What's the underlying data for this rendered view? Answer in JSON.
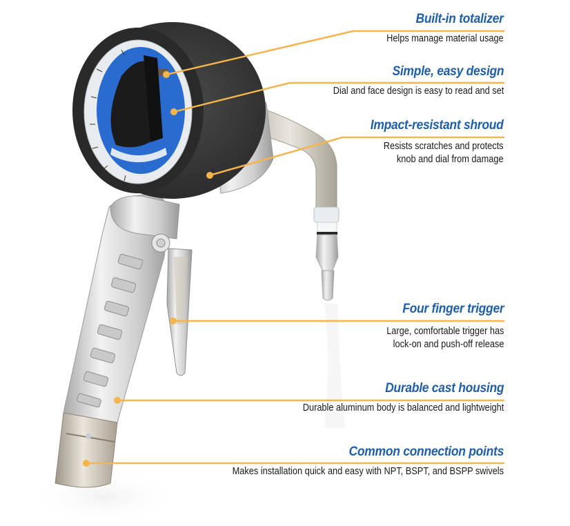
{
  "colors": {
    "heading": "#1f5fa8",
    "body_text": "#1a1a1a",
    "leader_line": "#f6b44c",
    "shroud": "#3a3a3a",
    "dial_blue": "#2a6bd0",
    "metal": "#d8d8d8"
  },
  "product": {
    "name": "meter-nozzle",
    "image_alt": "Meter nozzle with dial totalizer, black shroud, aluminum housing, trigger and angled outlet tube"
  },
  "callouts": [
    {
      "title": "Built-in totalizer",
      "description_lines": [
        "Helps manage material usage"
      ]
    },
    {
      "title": "Simple, easy design",
      "description_lines": [
        "Dial and face design is easy to read and set"
      ]
    },
    {
      "title": "Impact-resistant shroud",
      "description_lines": [
        "Resists scratches and protects",
        "knob and dial from damage"
      ]
    },
    {
      "title": "Four finger trigger",
      "description_lines": [
        "Large, comfortable trigger has",
        "lock-on and push-off release"
      ]
    },
    {
      "title": "Durable cast housing",
      "description_lines": [
        "Durable aluminum body is balanced and lightweight"
      ]
    },
    {
      "title": "Common connection points",
      "description_lines": [
        "Makes installation quick and easy with NPT, BSPT, and BSPP swivels"
      ]
    }
  ]
}
